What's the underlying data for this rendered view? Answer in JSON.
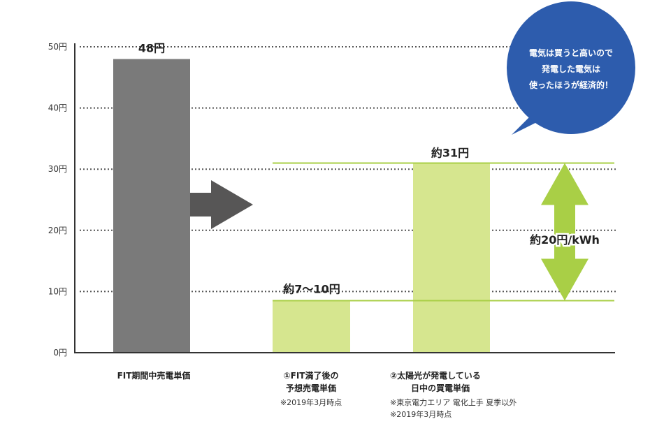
{
  "chart_data": {
    "type": "bar",
    "ylim": [
      0,
      50
    ],
    "y_ticks": [
      "0円",
      "10円",
      "20円",
      "30円",
      "40円",
      "50円"
    ],
    "y_tick_values": [
      0,
      10,
      20,
      30,
      40,
      50
    ],
    "grid": "dotted",
    "categories": [
      "FIT期間中売電単価",
      "①FIT満了後の予想売電単価",
      "②太陽光が発電している日中の買電単価"
    ],
    "values": [
      48,
      8.5,
      31
    ],
    "value_labels": [
      "48円",
      "約7〜10円",
      "約31円"
    ],
    "bar_colors": [
      "#7a7a7a",
      "#d6e68f",
      "#d6e68f"
    ],
    "reference_lines": [
      {
        "value": 31,
        "color": "#a9cf46"
      },
      {
        "value": 8.5,
        "color": "#a9cf46"
      }
    ],
    "difference_annotation": {
      "text": "約20円/kWh",
      "from": 8.5,
      "to": 31,
      "color": "#a9cf46"
    },
    "arrow_color": "#575656"
  },
  "callout": {
    "lines": [
      "電気は買うと高いので",
      "発電した電気は",
      "使ったほうが経済的！"
    ],
    "color": "#2d5cad"
  },
  "categories_text": {
    "fit": {
      "line1": "FIT期間中売電単価"
    },
    "after_fit": {
      "line1": "①FIT満了後の",
      "line2": "予想売電単価",
      "note1": "※2019年3月時点"
    },
    "daytime": {
      "line1": "②太陽光が発電している",
      "line2": "日中の買電単価",
      "note1": "※東京電力エリア 電化上手 夏季以外",
      "note2": "※2019年3月時点"
    }
  }
}
